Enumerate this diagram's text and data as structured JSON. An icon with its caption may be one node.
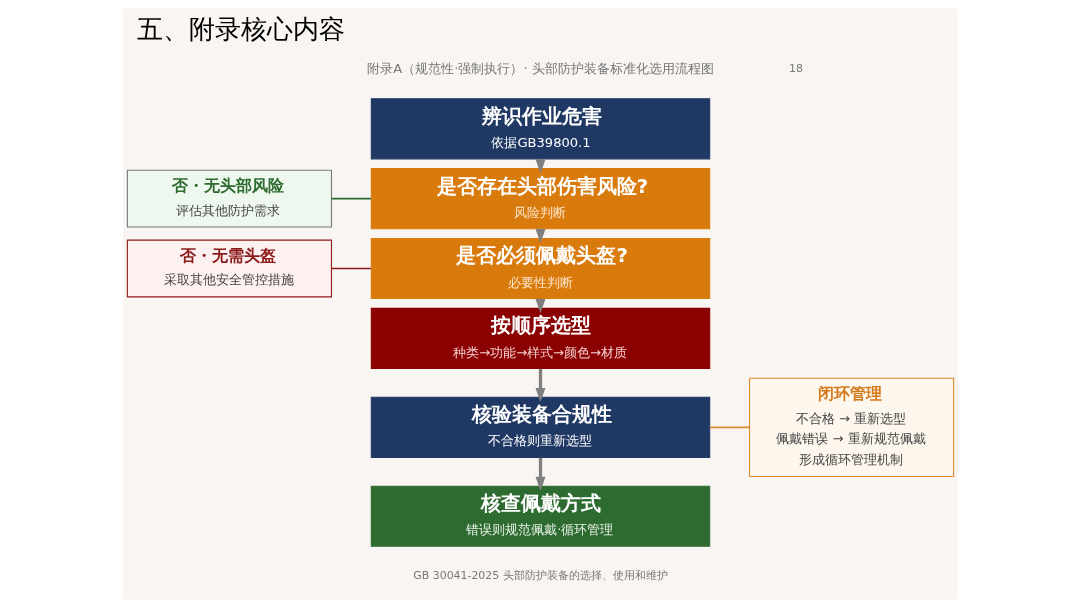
{
  "diagram": {
    "title": "五、附录核心内容",
    "nodes": [
      {
        "text": [
          "辨识作业危害",
          "依据GB39800.1"
        ]
      },
      {
        "text": [
          "是否存在头部伤害风险?",
          "风险判断"
        ]
      },
      {
        "text": [
          "是否必须佩戴头盔?",
          "必要性判断"
        ]
      },
      {
        "text": [
          "按顺序选型",
          "种类→功能→样式→颜色→材质"
        ]
      },
      {
        "text": [
          "核验装备合规性",
          "不合格则重新选型"
        ]
      },
      {
        "text": [
          "核查佩戴方式",
          "错误则规范佩戴·循环管理"
        ]
      },
      {
        "text": [
          "否・无头部风险",
          "评估其他防护需求"
        ]
      },
      {
        "text": [
          "否・无需头盔",
          "采取其他安全管控措施"
        ]
      },
      {
        "text": [
          "闭环管理",
          "不合格 → 重新选型",
          "佩戴错误 → 重新规范佩戴",
          "形成循环管理机制"
        ]
      }
    ],
    "edges": [
      {
        "from": 0,
        "to": 1,
        "arrow": "to"
      },
      {
        "from": 1,
        "to": 2,
        "arrow": "to"
      },
      {
        "from": 2,
        "to": 3,
        "arrow": "to"
      },
      {
        "from": 3,
        "to": 4,
        "arrow": "to"
      },
      {
        "from": 4,
        "to": 5,
        "arrow": "to"
      },
      {
        "from": 6,
        "to": 1,
        "arrow": "none",
        "color": "#2e6b30"
      },
      {
        "from": 7,
        "to": 2,
        "arrow": "none",
        "color": "#8b1a1a"
      },
      {
        "from": 4,
        "to": 8,
        "arrow": "none",
        "color": "#e08a2c"
      }
    ],
    "labels": [
      "附录A（规范性·强制执行）· 头部防护装备标准化选用流程图",
      "18",
      "GB 30041-2025 头部防护装备的选择、使用和维护"
    ]
  }
}
